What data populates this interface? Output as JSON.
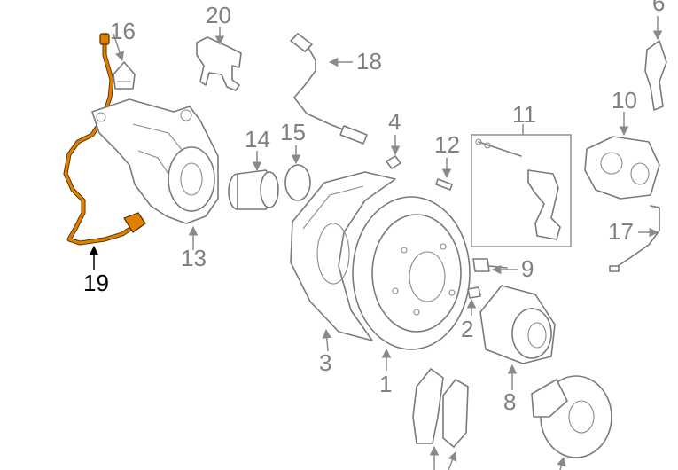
{
  "highlight_color": "#e07f00",
  "labels": {
    "p1": "1",
    "p2": "2",
    "p3": "3",
    "p4": "4",
    "p6": "6",
    "p8": "8",
    "p9": "9",
    "p10": "10",
    "p11": "11",
    "p12": "12",
    "p13": "13",
    "p14": "14",
    "p15": "15",
    "p16": "16",
    "p17": "17",
    "p18": "18",
    "p19": "19",
    "p20": "20"
  },
  "highlighted_part": "19"
}
